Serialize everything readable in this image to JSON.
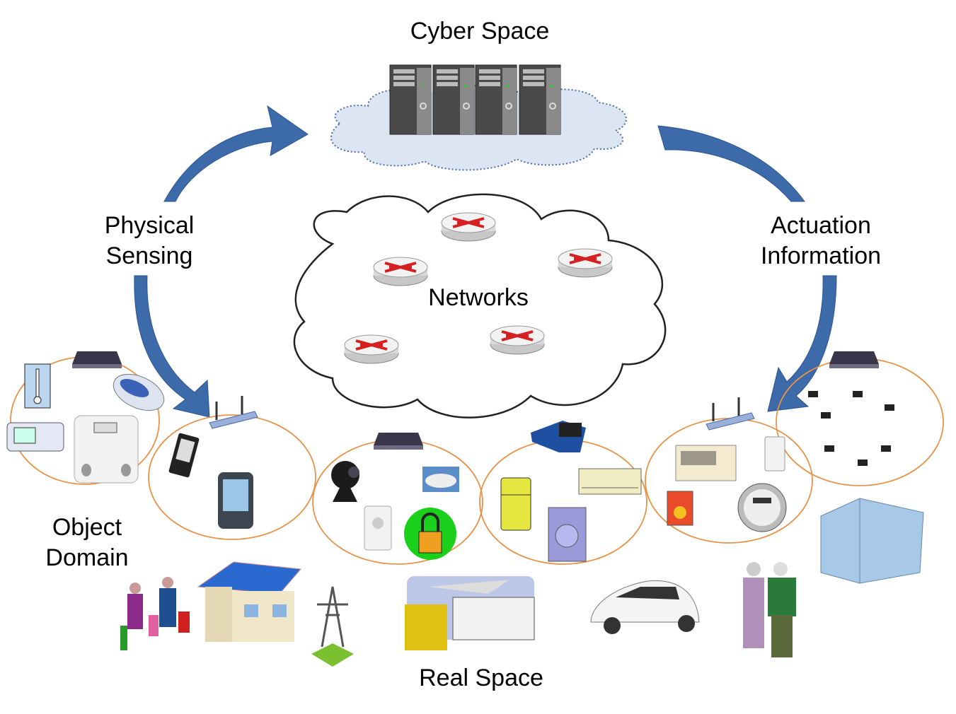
{
  "labels": {
    "cyber_space": "Cyber Space",
    "physical_sensing": [
      "Physical",
      "Sensing"
    ],
    "actuation_information": [
      "Actuation",
      "Information"
    ],
    "networks": "Networks",
    "object_domain": [
      "Object",
      "Domain"
    ],
    "real_space": "Real Space"
  },
  "colors": {
    "arrow": "#3d6aa8",
    "domain_ring": "#e8924a",
    "cyber_cloud_fill": "#dce6f2",
    "network_cloud_fill": "#ffffff",
    "router_arrow": "#d42020"
  },
  "icons": {
    "cyber": [
      "server-icon",
      "server-icon",
      "server-icon",
      "server-icon"
    ],
    "networks": [
      "router-icon",
      "router-icon",
      "router-icon",
      "router-icon",
      "router-icon"
    ],
    "domains": [
      [
        "gateway-icon",
        "thermometer-icon",
        "health-monitor-icon",
        "blood-pressure-monitor-icon",
        "body-scale-icon"
      ],
      [
        "wireless-router-icon",
        "mobile-phone-icon",
        "pda-icon"
      ],
      [
        "gateway-icon",
        "web-camera-icon",
        "smoke-detector-icon",
        "sensor-icon",
        "lock-icon"
      ],
      [
        "modem-icon",
        "refrigerator-icon",
        "air-conditioner-icon",
        "washing-machine-icon"
      ],
      [
        "wireless-router-icon",
        "breaker-panel-icon",
        "controller-icon",
        "battery-icon",
        "power-meter-icon"
      ],
      [
        "gateway-icon",
        "sensor-node-icon"
      ]
    ],
    "real_space": [
      "family-icon",
      "solar-house-icon",
      "power-tower-icon",
      "transportation-icon",
      "electric-car-icon",
      "elderly-couple-icon",
      "office-building-icon"
    ]
  }
}
